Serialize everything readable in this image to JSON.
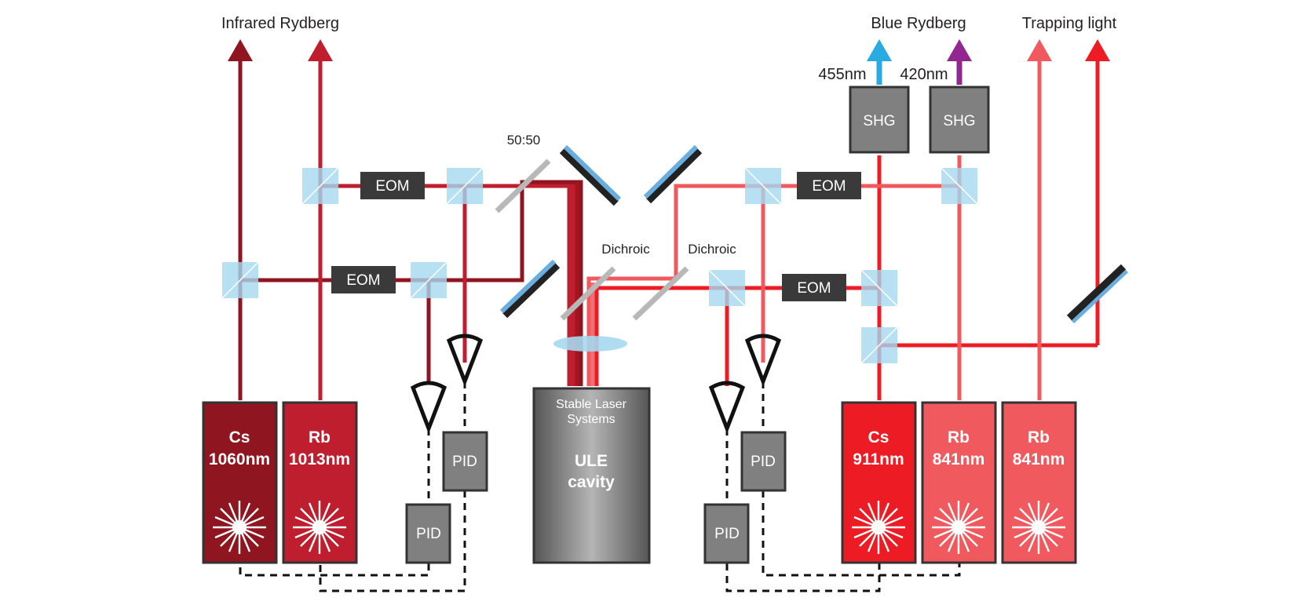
{
  "labels": {
    "infrared": "Infrared Rydberg",
    "blue": "Blue Rydberg",
    "trapping": "Trapping light",
    "wl455": "455nm",
    "wl420": "420nm",
    "splitter": "50:50",
    "dichroic1": "Dichroic",
    "dichroic2": "Dichroic"
  },
  "eom_label": "EOM",
  "shg_label": "SHG",
  "pid_label": "PID",
  "cavity": {
    "line1": "Stable Laser",
    "line2": "Systems",
    "title1": "ULE",
    "title2": "cavity"
  },
  "lasers": [
    {
      "element": "Cs",
      "wavelength": "1060nm",
      "color": "#8f1620"
    },
    {
      "element": "Rb",
      "wavelength": "1013nm",
      "color": "#be1e2d"
    },
    {
      "element": "Cs",
      "wavelength": "911nm",
      "color": "#ed1c24"
    },
    {
      "element": "Rb",
      "wavelength": "841nm",
      "color": "#f05a5f"
    },
    {
      "element": "Rb",
      "wavelength": "841nm",
      "color": "#f05a5f"
    }
  ],
  "colors": {
    "cs1060": "#8f1620",
    "rb1013": "#be1e2d",
    "cs911": "#ed1c24",
    "rb841": "#f05a5f",
    "blue455": "#29abe2",
    "violet420": "#92278f",
    "box_dark": "#3a3a3a",
    "box_gray": "#808080",
    "beamsplitter": "#a6d8f0"
  }
}
